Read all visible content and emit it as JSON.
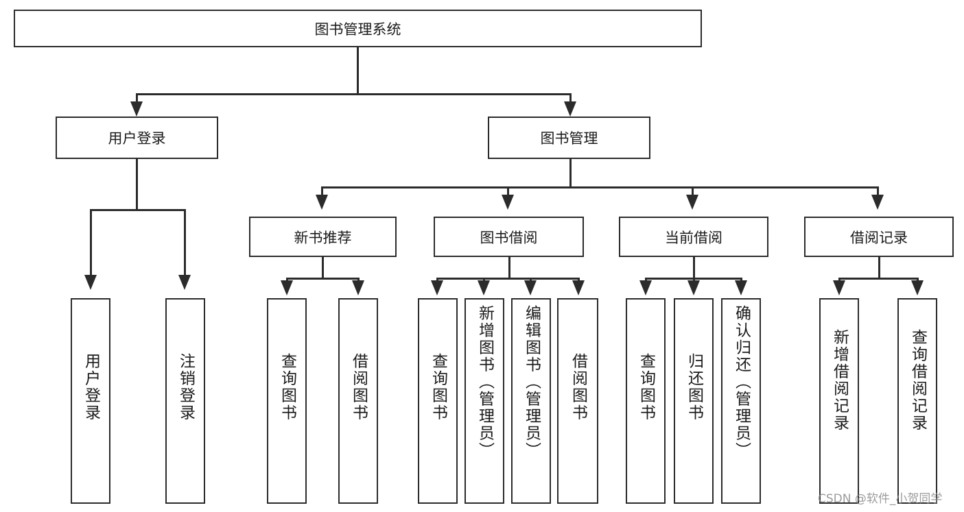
{
  "diagram": {
    "type": "tree",
    "title": "图书管理系统",
    "orientation": "top-down",
    "levels": 4,
    "nodes": {
      "root": {
        "label": "图书管理系统"
      },
      "level2": [
        {
          "id": "user-login",
          "label": "用户登录"
        },
        {
          "id": "book-manage",
          "label": "图书管理"
        }
      ],
      "level3": [
        {
          "id": "new-book-recommend",
          "label": "新书推荐",
          "parent": "book-manage"
        },
        {
          "id": "book-borrow",
          "label": "图书借阅",
          "parent": "book-manage"
        },
        {
          "id": "current-borrow",
          "label": "当前借阅",
          "parent": "book-manage"
        },
        {
          "id": "borrow-record",
          "label": "借阅记录",
          "parent": "book-manage"
        }
      ],
      "leaves": [
        {
          "id": "leaf-user-login",
          "label": "用户登录",
          "parent": "user-login"
        },
        {
          "id": "leaf-user-logout",
          "label": "注销登录",
          "parent": "user-login"
        },
        {
          "id": "leaf-query-book-1",
          "label": "查询图书",
          "parent": "new-book-recommend"
        },
        {
          "id": "leaf-borrow-book-1",
          "label": "借阅图书",
          "parent": "new-book-recommend"
        },
        {
          "id": "leaf-query-book-2",
          "label": "查询图书",
          "parent": "book-borrow"
        },
        {
          "id": "leaf-add-book",
          "label": "新增图书（管理员）",
          "parent": "book-borrow"
        },
        {
          "id": "leaf-edit-book",
          "label": "编辑图书（管理员）",
          "parent": "book-borrow"
        },
        {
          "id": "leaf-borrow-book-2",
          "label": "借阅图书",
          "parent": "book-borrow"
        },
        {
          "id": "leaf-query-book-3",
          "label": "查询图书",
          "parent": "current-borrow"
        },
        {
          "id": "leaf-return-book",
          "label": "归还图书",
          "parent": "current-borrow"
        },
        {
          "id": "leaf-confirm-return",
          "label": "确认归还（管理员）",
          "parent": "current-borrow"
        },
        {
          "id": "leaf-add-record",
          "label": "新增借阅记录",
          "parent": "borrow-record"
        },
        {
          "id": "leaf-query-record",
          "label": "查询借阅记录",
          "parent": "borrow-record"
        }
      ]
    },
    "colors": {
      "stroke": "#2b2b2b",
      "fill": "#ffffff",
      "text": "#1a1a1a",
      "watermark": "#8a8a8a"
    }
  },
  "watermark": {
    "text": "CSDN @软件_小贺同学"
  }
}
